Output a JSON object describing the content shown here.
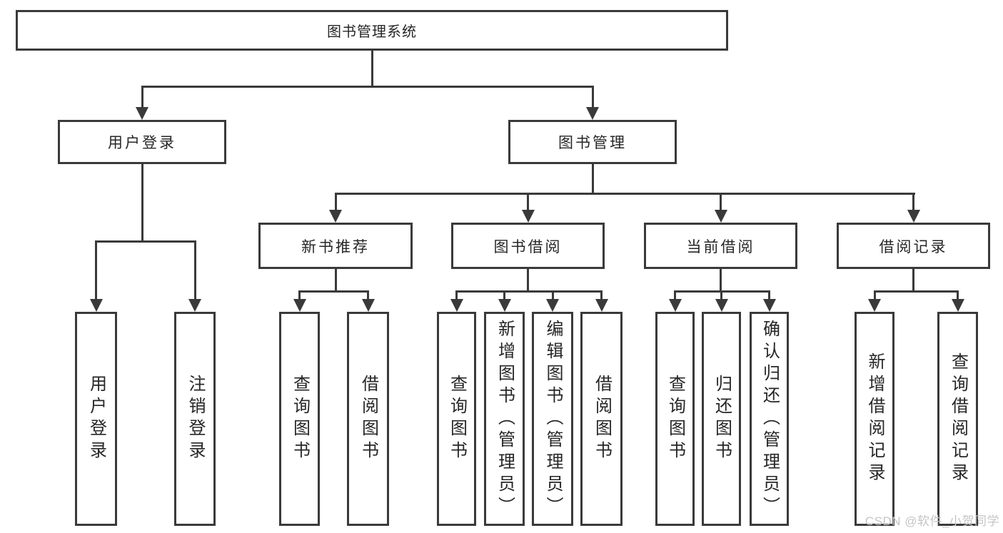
{
  "diagram_type": "hierarchy-tree",
  "tree": {
    "root": {
      "label": "图书管理系统",
      "children": [
        {
          "label": "用户登录",
          "children": [
            {
              "label": "用户登录"
            },
            {
              "label": "注销登录"
            }
          ]
        },
        {
          "label": "图书管理",
          "children": [
            {
              "label": "新书推荐",
              "children": [
                {
                  "label": "查询图书"
                },
                {
                  "label": "借阅图书"
                }
              ]
            },
            {
              "label": "图书借阅",
              "children": [
                {
                  "label": "查询图书"
                },
                {
                  "label": "新增图书（管理员）"
                },
                {
                  "label": "编辑图书（管理员）"
                },
                {
                  "label": "借阅图书"
                }
              ]
            },
            {
              "label": "当前借阅",
              "children": [
                {
                  "label": "查询图书"
                },
                {
                  "label": "归还图书"
                },
                {
                  "label": "确认归还（管理员）"
                }
              ]
            },
            {
              "label": "借阅记录",
              "children": [
                {
                  "label": "新增借阅记录"
                },
                {
                  "label": "查询借阅记录"
                }
              ]
            }
          ]
        }
      ]
    }
  },
  "watermark": {
    "text": "CSDN @软件_小贺同学"
  },
  "colors": {
    "line": "#3a3a3a",
    "text": "#262626",
    "background": "#ffffff",
    "watermark": "#c5c5c5"
  }
}
